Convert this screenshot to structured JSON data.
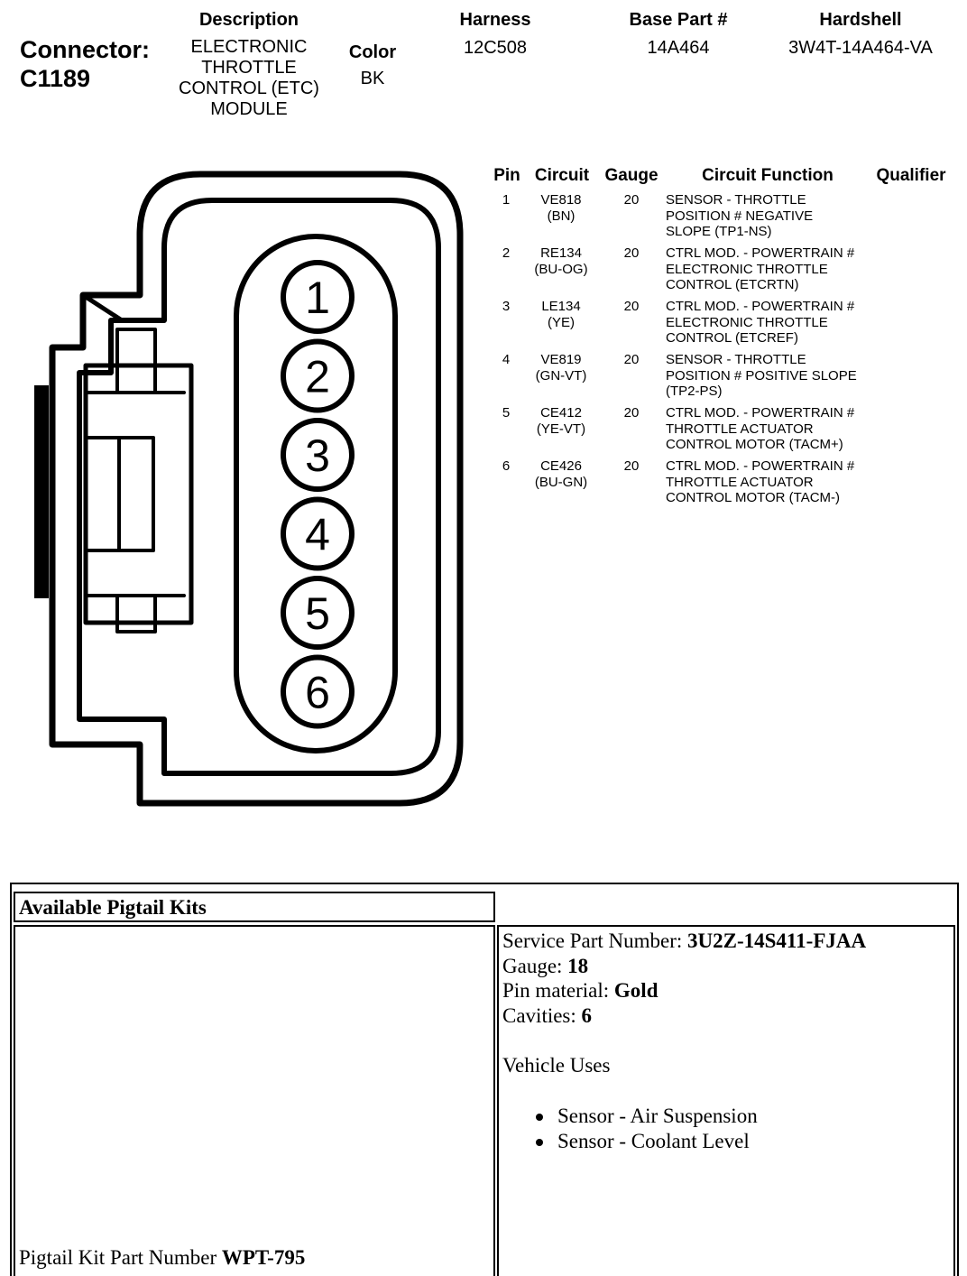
{
  "header": {
    "connector_label": "Connector:",
    "connector_id": "C1189",
    "description_header": "Description",
    "description_lines": [
      "ELECTRONIC",
      "THROTTLE",
      "CONTROL (ETC)",
      "MODULE"
    ],
    "color_header": "Color",
    "color_value": "BK",
    "harness_header": "Harness",
    "harness_value": "12C508",
    "base_part_header": "Base Part #",
    "base_part_value": "14A464",
    "hardshell_header": "Hardshell",
    "hardshell_value": "3W4T-14A464-VA"
  },
  "diagram": {
    "pins": [
      "1",
      "2",
      "3",
      "4",
      "5",
      "6"
    ]
  },
  "pin_table": {
    "headers": {
      "pin": "Pin",
      "circuit": "Circuit",
      "gauge": "Gauge",
      "function": "Circuit Function",
      "qualifier": "Qualifier"
    },
    "rows": [
      {
        "pin": "1",
        "circuit": [
          "VE818",
          "(BN)"
        ],
        "gauge": "20",
        "function": [
          "SENSOR - THROTTLE",
          "POSITION # NEGATIVE",
          "SLOPE (TP1-NS)"
        ]
      },
      {
        "pin": "2",
        "circuit": [
          "RE134",
          "(BU-OG)"
        ],
        "gauge": "20",
        "function": [
          "CTRL MOD. - POWERTRAIN #",
          "ELECTRONIC THROTTLE",
          "CONTROL (ETCRTN)"
        ]
      },
      {
        "pin": "3",
        "circuit": [
          "LE134",
          "(YE)"
        ],
        "gauge": "20",
        "function": [
          "CTRL MOD. - POWERTRAIN #",
          "ELECTRONIC THROTTLE",
          "CONTROL (ETCREF)"
        ]
      },
      {
        "pin": "4",
        "circuit": [
          "VE819",
          "(GN-VT)"
        ],
        "gauge": "20",
        "function": [
          "SENSOR - THROTTLE",
          "POSITION # POSITIVE SLOPE",
          "(TP2-PS)"
        ]
      },
      {
        "pin": "5",
        "circuit": [
          "CE412",
          "(YE-VT)"
        ],
        "gauge": "20",
        "function": [
          "CTRL MOD. - POWERTRAIN #",
          "THROTTLE ACTUATOR",
          "CONTROL MOTOR (TACM+)"
        ]
      },
      {
        "pin": "6",
        "circuit": [
          "CE426",
          "(BU-GN)"
        ],
        "gauge": "20",
        "function": [
          "CTRL MOD. - POWERTRAIN #",
          "THROTTLE ACTUATOR",
          "CONTROL MOTOR (TACM-)"
        ]
      }
    ]
  },
  "pigtail": {
    "title": "Available Pigtail Kits",
    "service_part_label": "Service Part Number: ",
    "service_part_value": "3U2Z-14S411-FJAA",
    "gauge_label": "Gauge: ",
    "gauge_value": "18",
    "pin_material_label": "Pin material: ",
    "pin_material_value": "Gold",
    "cavities_label": "Cavities: ",
    "cavities_value": "6",
    "vehicle_uses_label": "Vehicle Uses",
    "vehicle_uses": [
      "Sensor - Air Suspension",
      "Sensor - Coolant Level"
    ],
    "kit_part_label": "Pigtail Kit Part Number ",
    "kit_part_value": "WPT-795"
  }
}
